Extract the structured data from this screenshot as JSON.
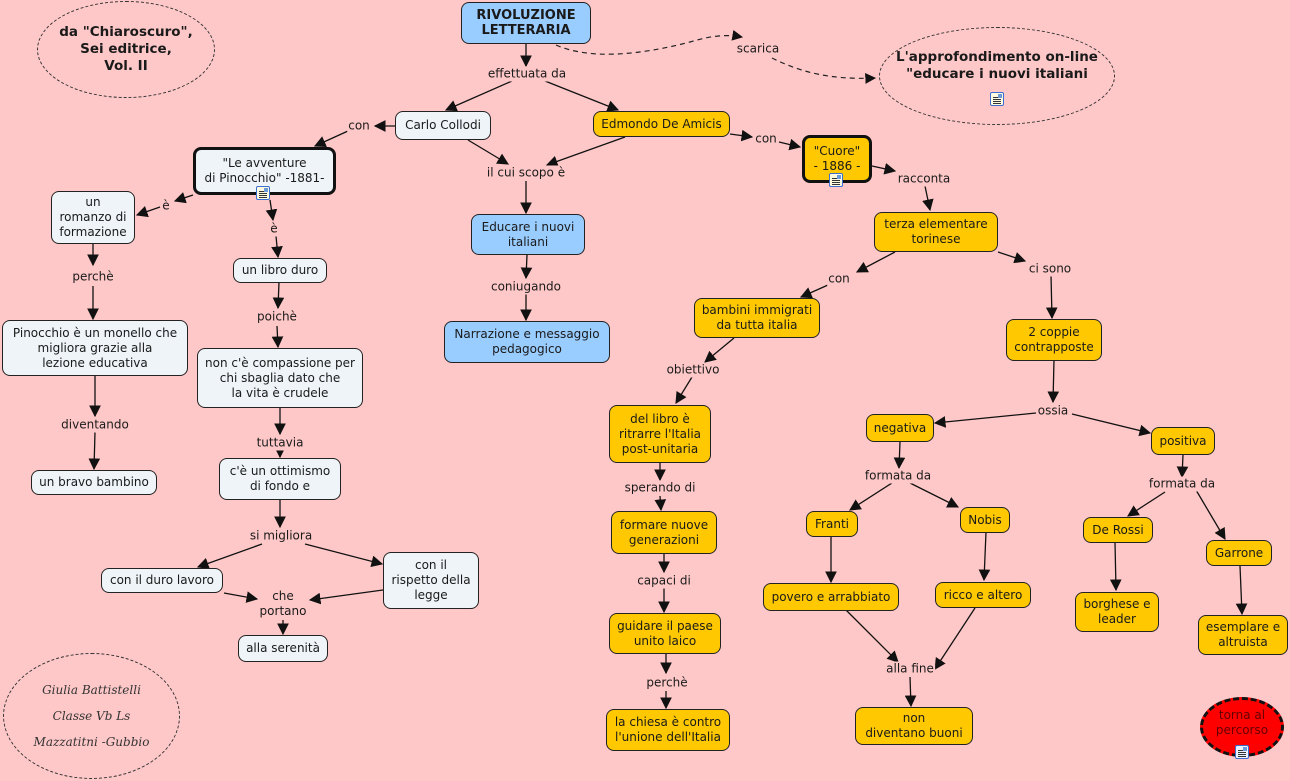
{
  "title": "RIVOLUZIONE LETTERARIA",
  "source_note": "da \"Chiaroscuro\",\nSei editrice,\nVol. II",
  "online_link": "L'approfondimento on-line\n\"educare i nuovi italiani",
  "author_note": [
    "Giulia Battistelli",
    "Classe Vb Ls",
    "Mazzatitni -Gubbio"
  ],
  "back_button": "torna al\npercorso",
  "colors": {
    "background": "#ffc8c8",
    "blue_node": "#99ccff",
    "yellow_node": "#ffc800",
    "white_node": "#eef4f8",
    "back_button": "#ff0000"
  },
  "nodes": {
    "root": "RIVOLUZIONE\nLETTERARIA",
    "collodi": "Carlo Collodi",
    "deamicis": "Edmondo De Amicis",
    "pinocchio": "\"Le avventure\ndi Pinocchio\" -1881-",
    "cuore": "\"Cuore\"\n- 1886 -",
    "romanzo": "un\nromanzo di\nformazione",
    "libro_duro": "un libro duro",
    "monello": "Pinocchio è un monello che\nmigliora grazie alla\nlezione educativa",
    "compassione": "non c'è compassione per\nchi sbaglia dato che\nla vita è crudele",
    "bravo_bambino": "un bravo bambino",
    "ottimismo": "c'è un ottimismo\ndi fondo e",
    "duro_lavoro": "con il duro lavoro",
    "rispetto": "con il\nrispetto della\nlegge",
    "serenita": "alla serenità",
    "educare": "Educare i nuovi\nitaliani",
    "narrazione": "Narrazione e messaggio\npedagogico",
    "terza": "terza elementare\ntorinese",
    "bambini": "bambini immigrati\nda tutta italia",
    "coppie": "2 coppie\ncontrapposte",
    "ritrarre": "del libro è\nritrarre l'Italia\npost-unitaria",
    "formare": "formare nuove\ngenerazioni",
    "guidare": "guidare il paese\nunito laico",
    "chiesa": "la chiesa è contro\nl'unione dell'Italia",
    "negativa": "negativa",
    "positiva": "positiva",
    "franti": "Franti",
    "nobis": "Nobis",
    "derossi": "De Rossi",
    "garrone": "Garrone",
    "povero": "povero e arrabbiato",
    "ricco": "ricco e altero",
    "borghese": "borghese e\nleader",
    "esemplare": "esemplare e\naltruista",
    "non_buoni": "non\ndiventano buoni"
  },
  "links": {
    "effettuata": "effettuata da",
    "scarica": "scarica",
    "con1": "con",
    "con2": "con",
    "scopo": "il cui scopo è",
    "e1": "è",
    "e2": "è",
    "perche1": "perchè",
    "poiche": "poichè",
    "diventando": "diventando",
    "tuttavia": "tuttavia",
    "migliora": "si migliora",
    "portano": "che\nportano",
    "coniugando": "coniugando",
    "racconta": "racconta",
    "con3": "con",
    "cisono": "ci sono",
    "obiettivo": "obiettivo",
    "sperando": "sperando di",
    "capaci": "capaci di",
    "perche2": "perchè",
    "ossia": "ossia",
    "formata1": "formata da",
    "formata2": "formata da",
    "allafine": "alla fine"
  }
}
